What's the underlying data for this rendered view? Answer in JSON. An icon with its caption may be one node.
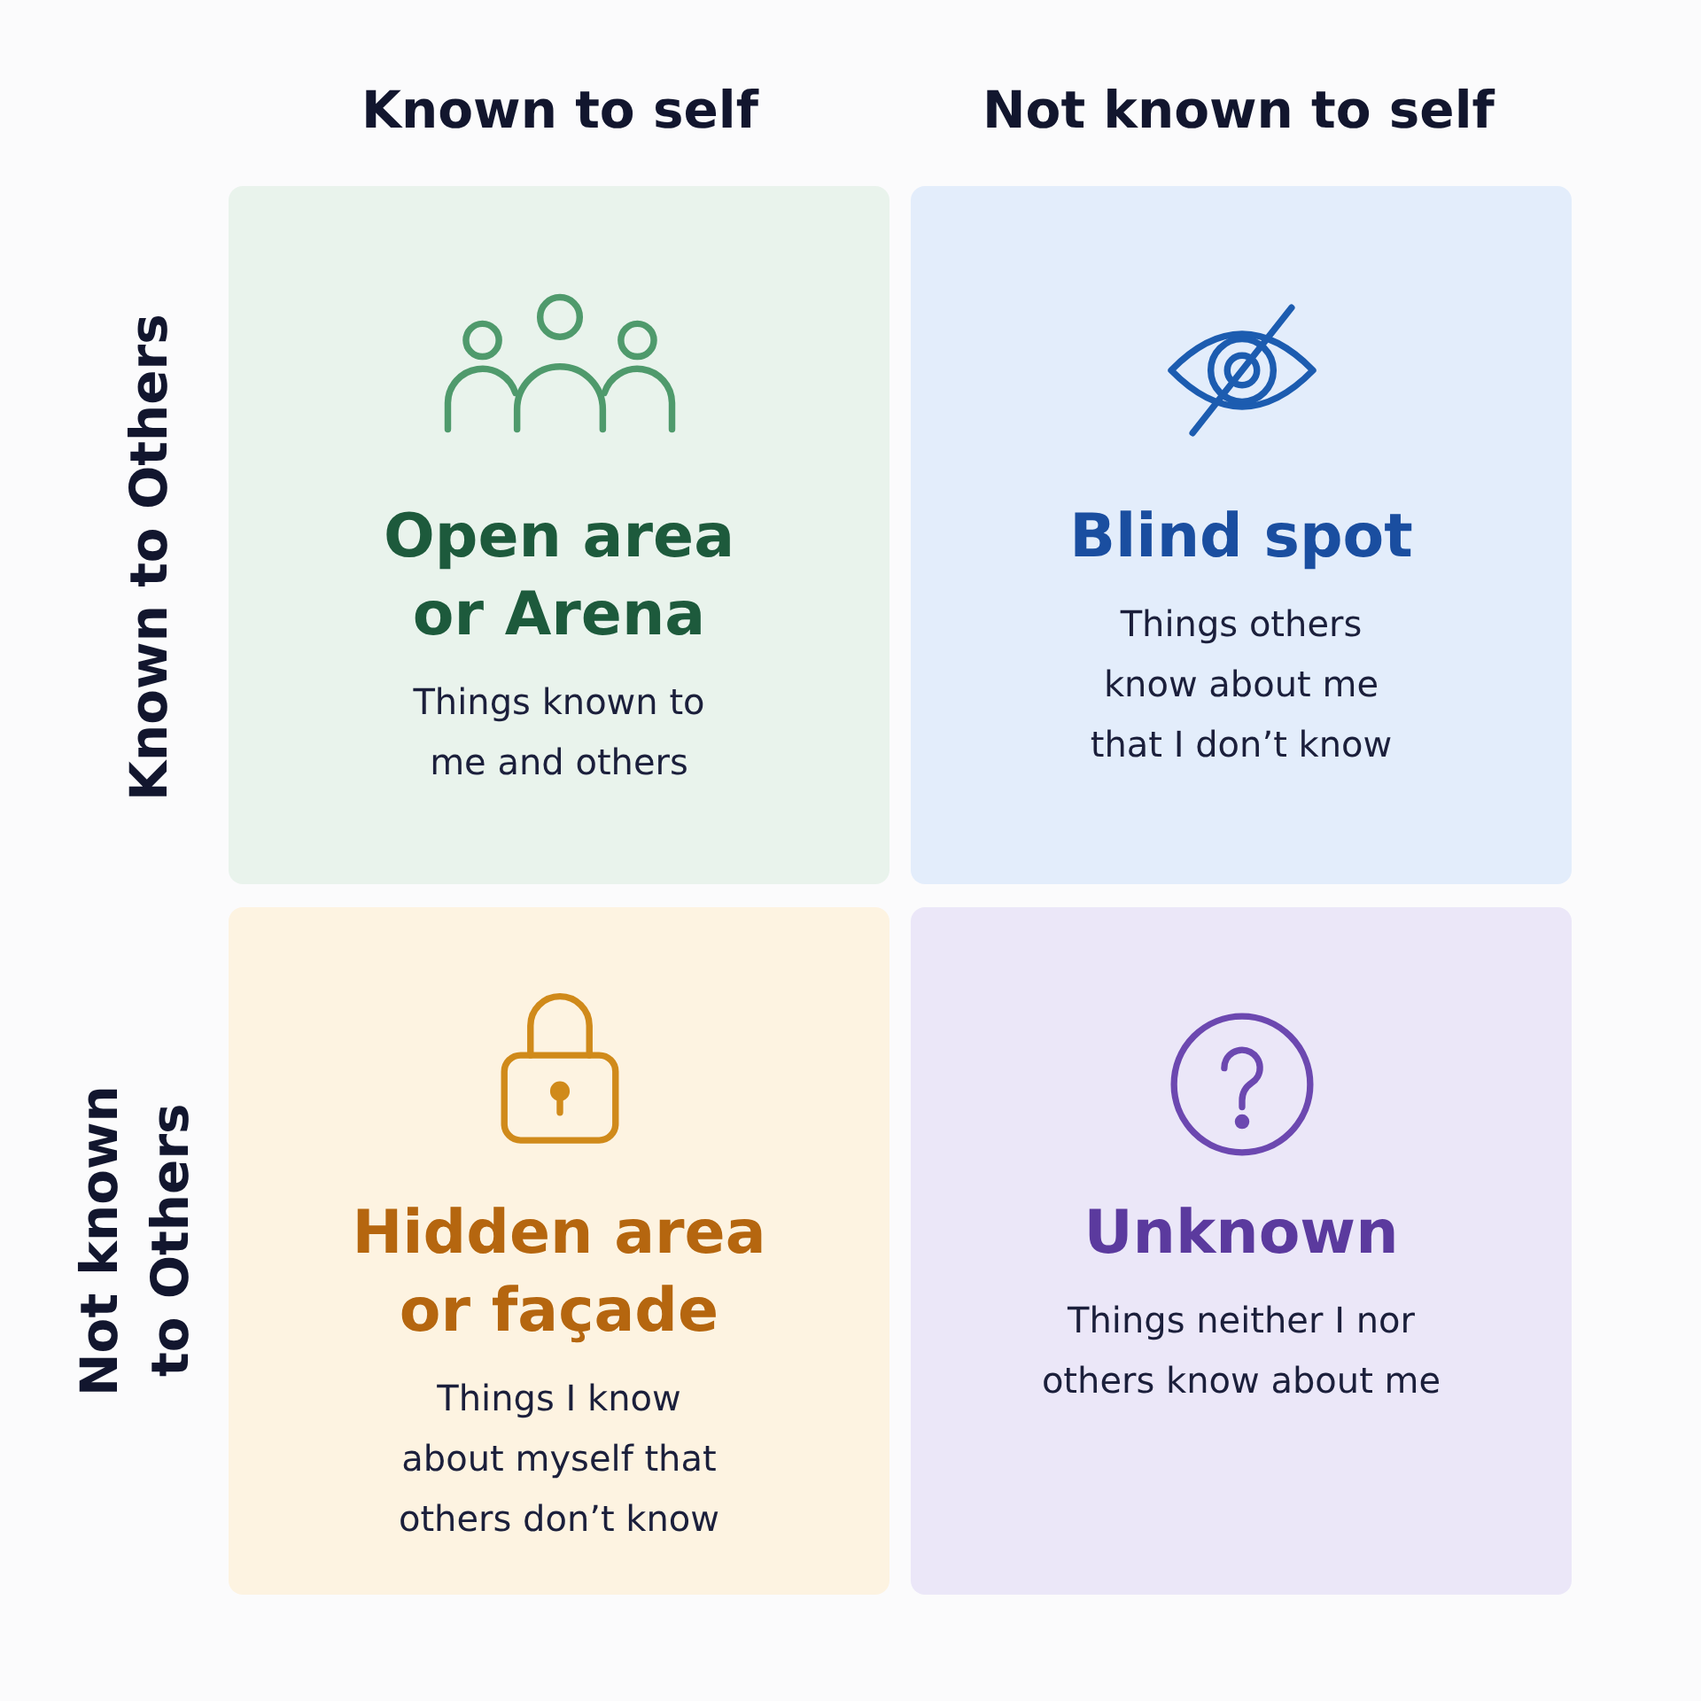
{
  "diagram": {
    "nodes": [
      {
        "text": [
          "Open area or Arena",
          "Things known to me and others"
        ]
      },
      {
        "text": [
          "Blind spot",
          "Things others know about me that I don’t know"
        ]
      },
      {
        "text": [
          "Hidden area or façade",
          "Things I know about myself that others don’t know"
        ]
      },
      {
        "text": [
          "Unknown",
          "Things neither I nor others know about me"
        ]
      }
    ],
    "labels": [
      "Known to self",
      "Not known to self",
      "Known to Others",
      "Not known to Others"
    ]
  }
}
